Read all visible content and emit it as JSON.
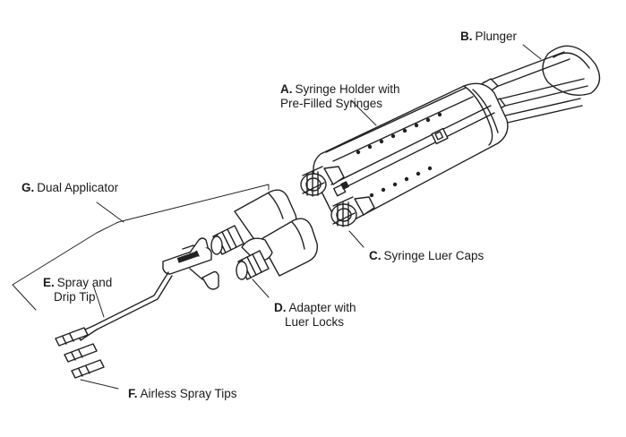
{
  "labels": {
    "b": {
      "letter": "B.",
      "text": "Plunger"
    },
    "a": {
      "letter": "A.",
      "line1": "Syringe Holder with",
      "line2": "Pre-Filled Syringes"
    },
    "g": {
      "letter": "G.",
      "text": "Dual Applicator"
    },
    "c": {
      "letter": "C.",
      "text": "Syringe Luer Caps"
    },
    "e": {
      "letter": "E.",
      "line1": "Spray and",
      "line2": "Drip Tip"
    },
    "d": {
      "letter": "D.",
      "line1": "Adapter with",
      "line2": "Luer Locks"
    },
    "f": {
      "letter": "F.",
      "text": "Airless Spray Tips"
    }
  },
  "colors": {
    "ink": "#222222",
    "fill": "#ffffff",
    "shade": "#d9d9d9"
  }
}
